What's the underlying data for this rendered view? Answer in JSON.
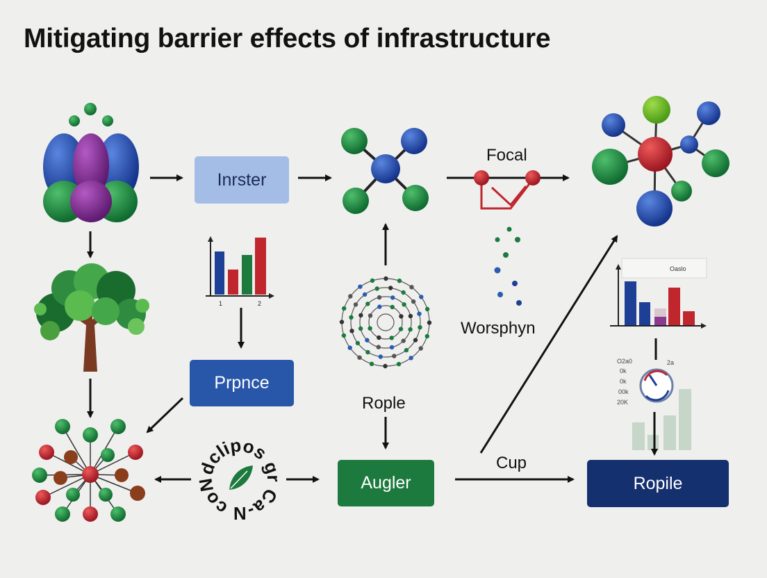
{
  "title": "Mitigating barrier effects of infrastructure",
  "boxes": {
    "inrster": "Inrster",
    "prpnce": "Prpnce",
    "augler": "Augler",
    "ropile": "Ropile"
  },
  "labels": {
    "focal": "Focal",
    "worsphyn": "Worsphyn",
    "rople": "Rople",
    "cup": "Cup"
  },
  "small_chart": {
    "tick_1": "1",
    "tick_2": "2"
  },
  "right_chart": {
    "title": "Oaslo"
  },
  "readouts": [
    "O2a0",
    "0k",
    "0k",
    "00k",
    "20K"
  ],
  "readout_side": "2a",
  "circular_text": "dclipos gr Ca-N coNcu",
  "colors": {
    "blue": "#1d3f95",
    "green": "#1d7a3e",
    "red": "#c0262d",
    "purple": "#7e2a8e",
    "brown": "#8a3e1b",
    "navy": "#15306f",
    "light_blue": "#a3bde7"
  }
}
